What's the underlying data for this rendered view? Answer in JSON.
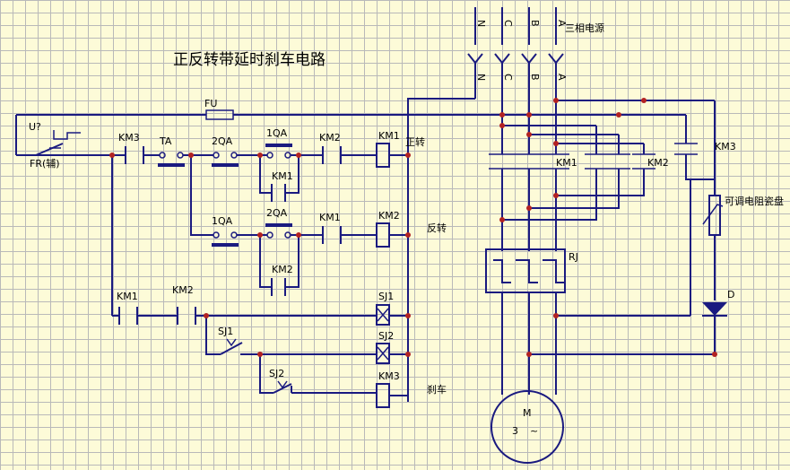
{
  "title": "正反转带延时刹车电路",
  "supply": {
    "label": "三相电源",
    "phases": [
      "N",
      "C",
      "B",
      "A"
    ]
  },
  "labels": {
    "u": "U?",
    "fr": "FR(辅)",
    "fu": "FU",
    "km3_contact": "KM3",
    "ta": "TA",
    "qa2_top": "2QA",
    "qa1_top": "1QA",
    "km1_hold": "KM1",
    "km2_interlock": "KM2",
    "km1_coil": "KM1",
    "forward": "正转",
    "qa1_rev": "1QA",
    "qa2_rev": "2QA",
    "km2_hold": "KM2",
    "km1_interlock": "KM1",
    "km2_coil": "KM2",
    "reverse": "反转",
    "km1_nc": "KM1",
    "km2_nc": "KM2",
    "sj1_coil": "SJ1",
    "sj1_contact": "SJ1",
    "sj2_coil": "SJ2",
    "sj2_contact": "SJ2",
    "km3_coil": "KM3",
    "brake": "刹车",
    "main_km1": "KM1",
    "main_km2": "KM2",
    "main_km3": "KM3",
    "rj": "RJ",
    "resistor": "可调电阻瓷盘",
    "diode": "D",
    "motor_m": "M",
    "motor_3": "3",
    "motor_tilde": "~"
  },
  "colors": {
    "wire": "#1a1a80",
    "junction": "#b22222",
    "background": "#fdfbd8",
    "grid": "#b9b9b9"
  }
}
